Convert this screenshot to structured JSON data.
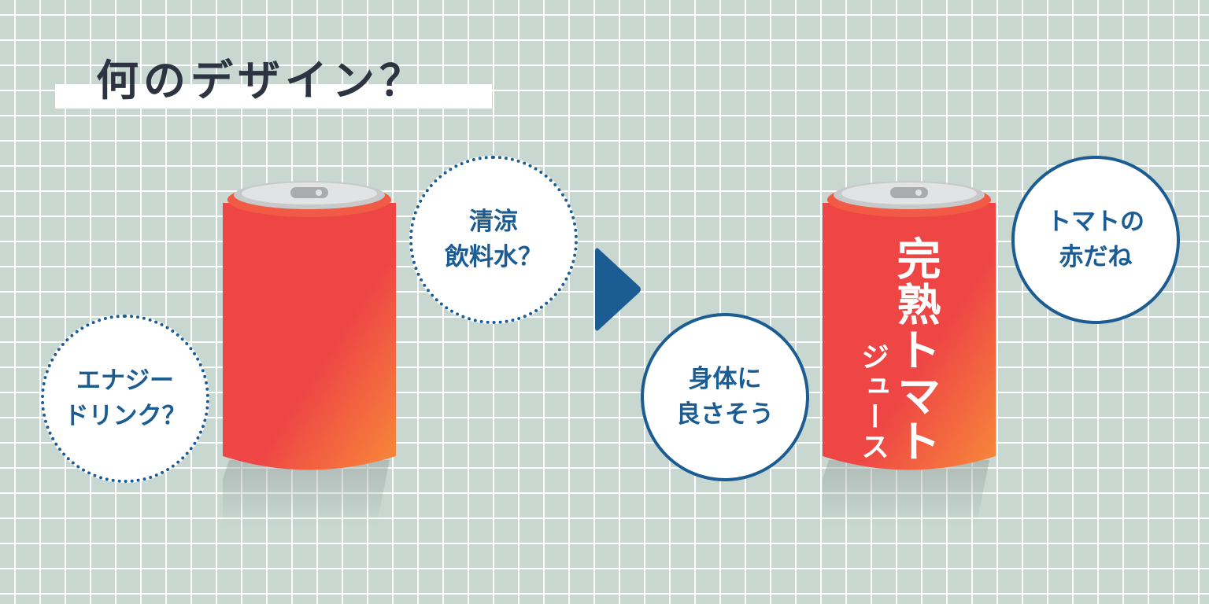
{
  "title": "何のデザイン？",
  "bubbles": {
    "energy_drink": {
      "line1": "エナジー",
      "line2": "ドリンク？"
    },
    "soft_drink": {
      "line1": "清涼",
      "line2": "飲料水？"
    },
    "healthy": {
      "line1": "身体に",
      "line2": "良さそう"
    },
    "tomato_red": {
      "line1": "トマトの",
      "line2": "赤だね"
    }
  },
  "can_label": {
    "main": "完熟トマト",
    "sub": "ジュース"
  },
  "colors": {
    "accent_blue": "#1b5c93",
    "can_red": "#ed4345",
    "can_orange": "#f7863a",
    "background": "#c9d7d1"
  },
  "icons": {
    "arrow": "triangle-right-arrow"
  }
}
